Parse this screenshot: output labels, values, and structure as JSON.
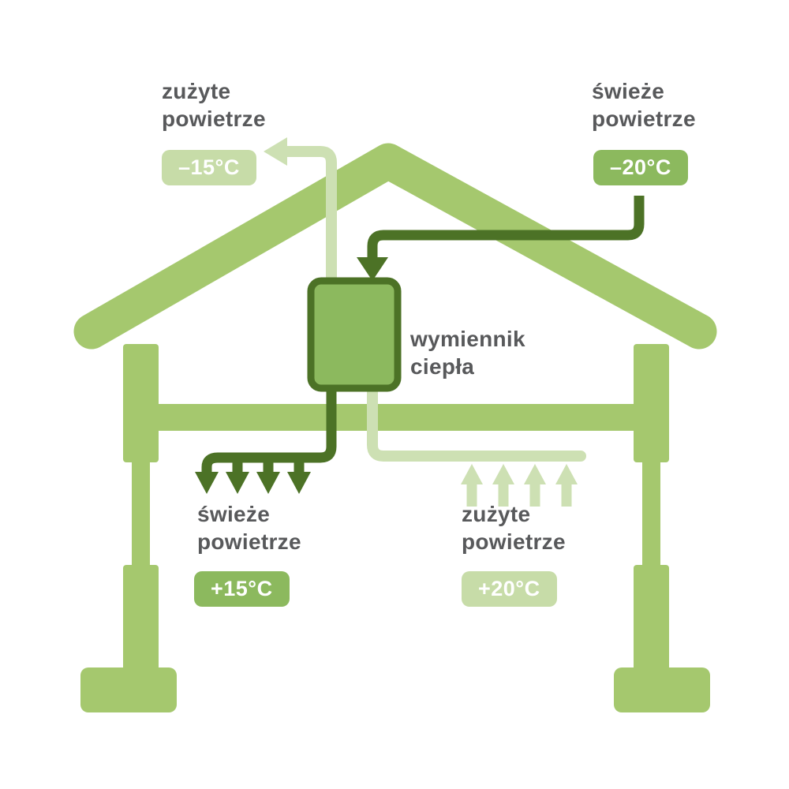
{
  "diagram": {
    "exhaust_out": {
      "label_line1": "zużyte",
      "label_line2": "powietrze",
      "temp": "–15°C"
    },
    "fresh_in": {
      "label_line1": "świeże",
      "label_line2": "powietrze",
      "temp": "–20°C"
    },
    "exchanger": {
      "label_line1": "wymiennik",
      "label_line2": "ciepła"
    },
    "fresh_supply": {
      "label_line1": "świeże",
      "label_line2": "powietrze",
      "temp": "+15°C"
    },
    "exhaust_return": {
      "label_line1": "zużyte",
      "label_line2": "powietrze",
      "temp": "+20°C"
    },
    "colors": {
      "house_green": "#a5c86e",
      "dark_green": "#4c7226",
      "pale_green": "#cde0b3",
      "medium_green": "#8cb95e",
      "badge_pale": "#c7dca8",
      "text_gray": "#58595b"
    }
  }
}
